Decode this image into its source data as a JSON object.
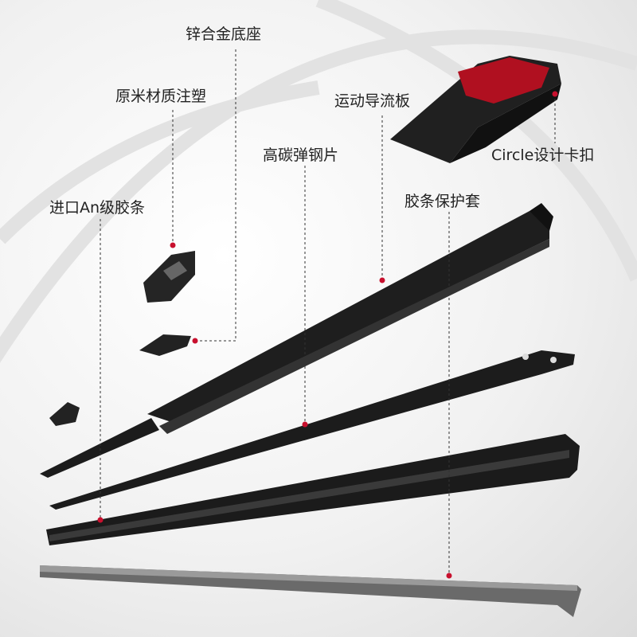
{
  "labels": {
    "zinc_base": "锌合金底座",
    "injection": "原米材质注塑",
    "spoiler": "运动导流板",
    "steel_spring": "高碳弹钢片",
    "circle_clip": "Circle设计卡扣",
    "rubber_strip": "进口An级胶条",
    "strip_cover": "胶条保护套"
  },
  "colors": {
    "accent": "#c8102e",
    "part": "#1e1e1e",
    "cover": "#6a6a6a"
  }
}
